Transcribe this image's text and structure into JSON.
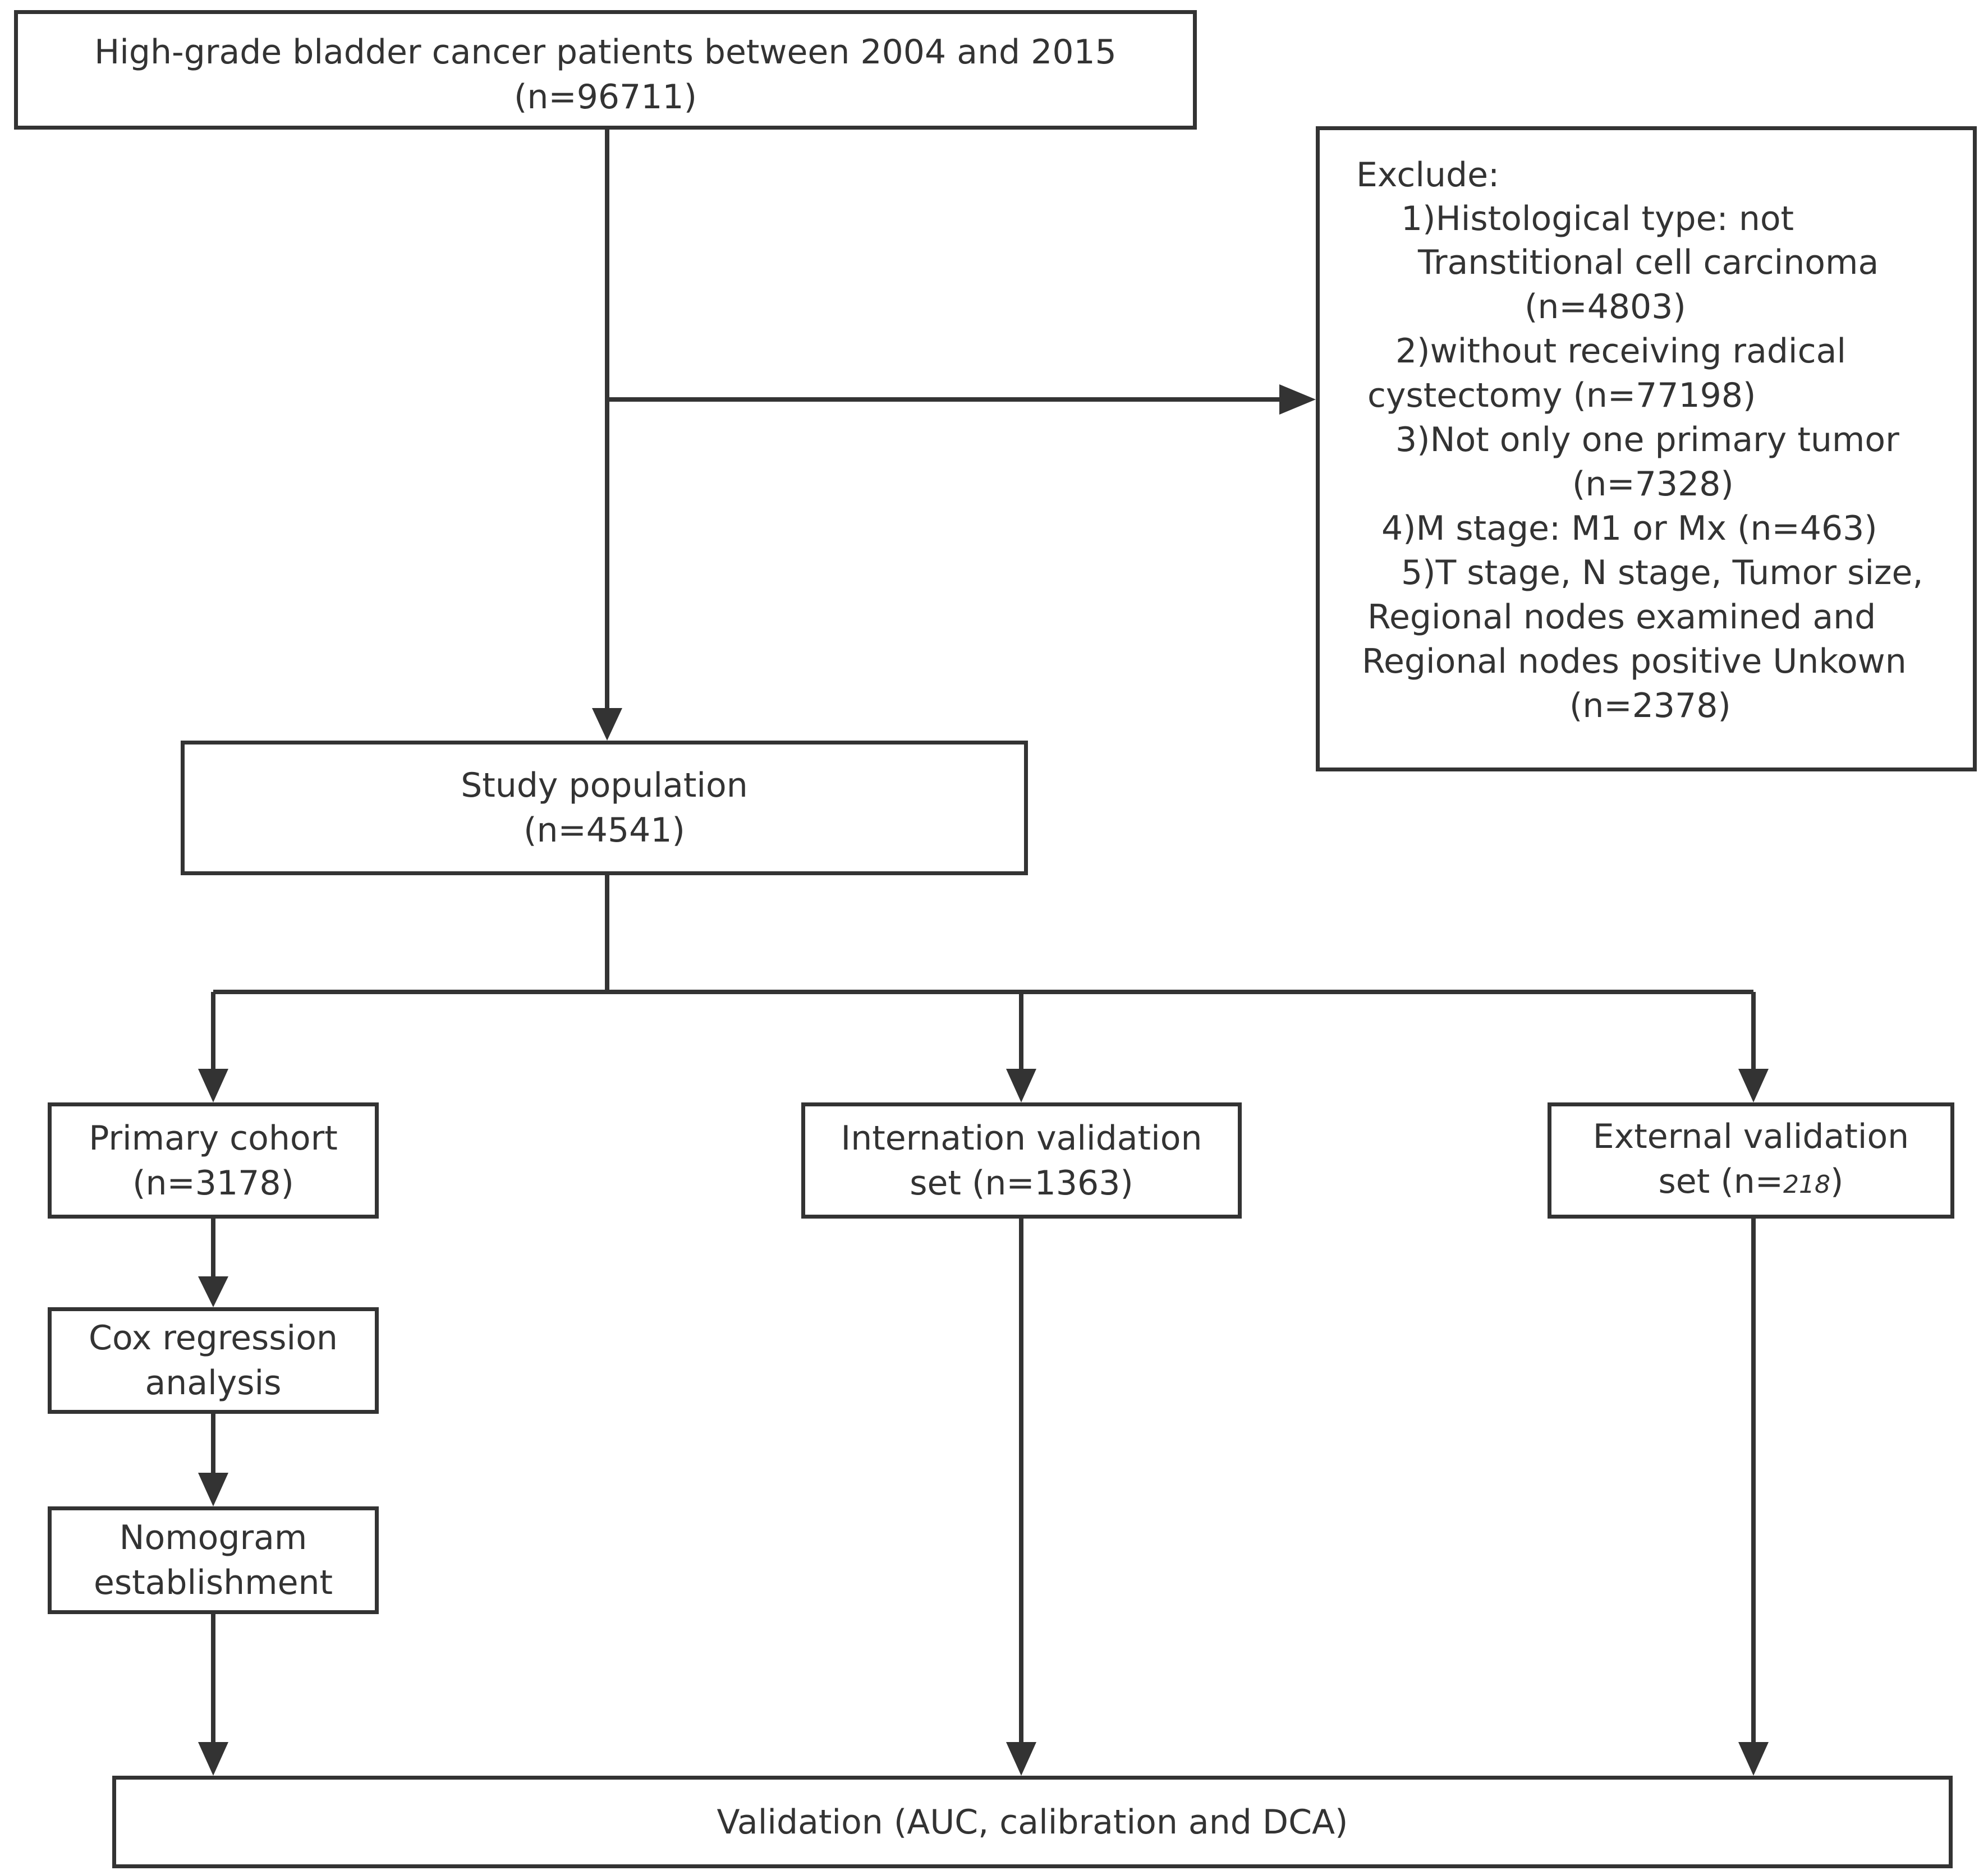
{
  "boxes": {
    "source": {
      "line1": "High-grade bladder cancer patients between 2004 and 2015",
      "line2": "(n=96711)"
    },
    "exclude": {
      "heading": "Exclude:",
      "lines": [
        "1)Histological type: not",
        "Transtitional cell carcinoma",
        "(n=4803)",
        "2)without receiving radical",
        "cystectomy (n=77198)",
        "3)Not only one primary tumor",
        "(n=7328)",
        "4)M stage: M1 or Mx (n=463)",
        "5)T stage, N stage, Tumor size,",
        "Regional nodes examined and",
        "Regional nodes positive Unkown",
        "(n=2378)"
      ]
    },
    "study": {
      "line1": "Study population",
      "line2": "(n=4541)"
    },
    "primary": {
      "line1": "Primary cohort",
      "line2": "(n=3178)"
    },
    "internal": {
      "line1": "Internation validation",
      "line2": "set (n=1363)"
    },
    "external": {
      "line1": "External validation",
      "line2_prefix": "set (n=",
      "line2_value": "218",
      "line2_suffix": ")"
    },
    "cox": {
      "line1": "Cox regression",
      "line2": "analysis"
    },
    "nomogram": {
      "line1": "Nomogram",
      "line2": "establishment"
    },
    "validation": {
      "line1": "Validation (AUC, calibration and DCA)"
    }
  }
}
